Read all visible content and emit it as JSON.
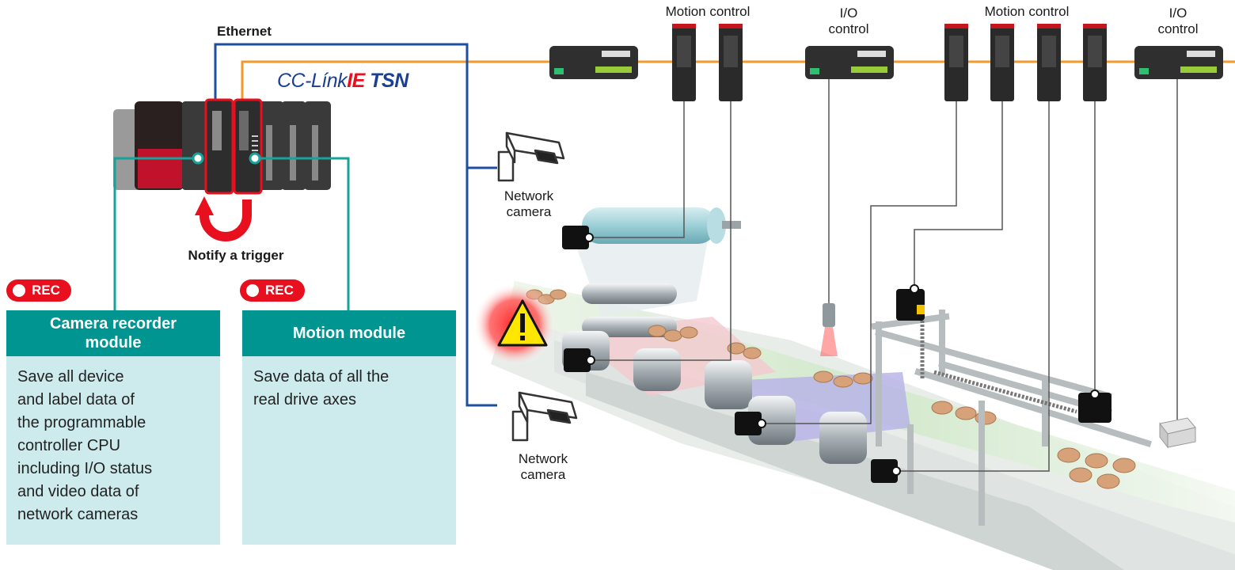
{
  "labels": {
    "ethernet": "Ethernet",
    "network_brand_part1": "CC-Línk",
    "network_brand_part2": "IE",
    "network_brand_part3": " TSN",
    "motion_control_1": "Motion control",
    "io_control_1_line1": "I/O",
    "io_control_1_line2": "control",
    "motion_control_2": "Motion control",
    "io_control_2_line1": "I/O",
    "io_control_2_line2": "control",
    "network_camera_1_line1": "Network",
    "network_camera_1_line2": "camera",
    "network_camera_2_line1": "Network",
    "network_camera_2_line2": "camera",
    "notify_trigger": "Notify a trigger"
  },
  "rec_badges": [
    "REC",
    "REC"
  ],
  "cards": [
    {
      "title": "Camera recorder\nmodule",
      "body": "Save all device\nand label data of\nthe programmable\ncontroller CPU\nincluding I/O status\nand video data of\nnetwork cameras"
    },
    {
      "title": "Motion module",
      "body": "Save data of all the\nreal drive axes"
    }
  ],
  "colors": {
    "ethernet_line": "#1b4fa0",
    "cclink_line": "#f39a2b",
    "module_link": "#17a39a",
    "card_header": "#009591",
    "card_body": "#cdebed",
    "rec": "#e8101e",
    "conveyor_belt": "#cfe8c8"
  },
  "icons": [
    "plc-rack-icon",
    "servo-amplifier-icon",
    "io-module-icon",
    "network-camera-icon",
    "warning-icon",
    "servo-motor-icon",
    "sensor-icon",
    "trigger-arrow-icon"
  ]
}
